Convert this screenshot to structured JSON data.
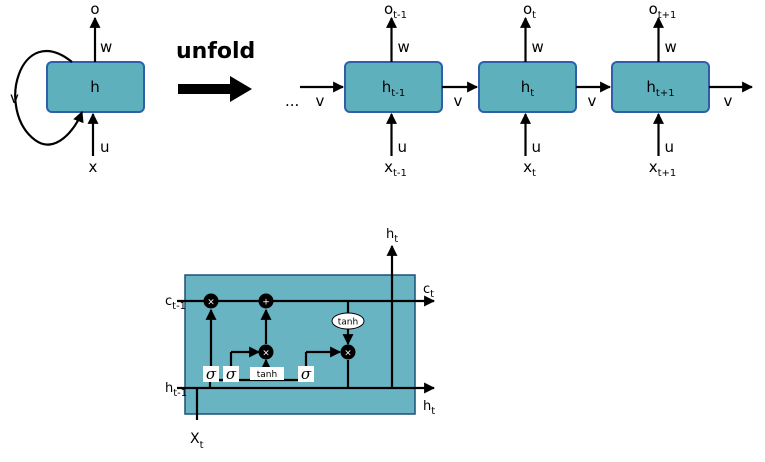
{
  "colors": {
    "cell_fill": "#5fb0bd",
    "cell_stroke": "#2e5fa8",
    "lstm_fill": "#69b4c2",
    "wire": "#000000"
  },
  "rolled": {
    "node": "h",
    "output": "o",
    "weight_out": "w",
    "input": "x",
    "weight_in": "u",
    "recurrent": "v"
  },
  "arrow_label": "unfold",
  "unrolled": {
    "ellipsis": "...",
    "cells": [
      {
        "node": "h",
        "node_sub": "t-1",
        "output": "o",
        "output_sub": "t-1",
        "input": "x",
        "input_sub": "t-1",
        "w": "w",
        "u": "u"
      },
      {
        "node": "h",
        "node_sub": "t",
        "output": "o",
        "output_sub": "t",
        "input": "x",
        "input_sub": "t",
        "w": "w",
        "u": "u"
      },
      {
        "node": "h",
        "node_sub": "t+1",
        "output": "o",
        "output_sub": "t+1",
        "input": "x",
        "input_sub": "t+1",
        "w": "w",
        "u": "u"
      }
    ],
    "v_labels": [
      "v",
      "v",
      "v",
      "v"
    ]
  },
  "lstm": {
    "c_in": "c",
    "c_in_sub": "t-1",
    "h_in": "h",
    "h_in_sub": "t-1",
    "x_in": "X",
    "x_in_sub": "t",
    "h_top": "h",
    "h_top_sub": "t",
    "c_out": "c",
    "c_out_sub": "t",
    "h_out": "h",
    "h_out_sub": "t",
    "sigma": "σ",
    "tanh_gate": "tanh",
    "tanh_op": "tanh",
    "mult": "×",
    "add": "+"
  }
}
